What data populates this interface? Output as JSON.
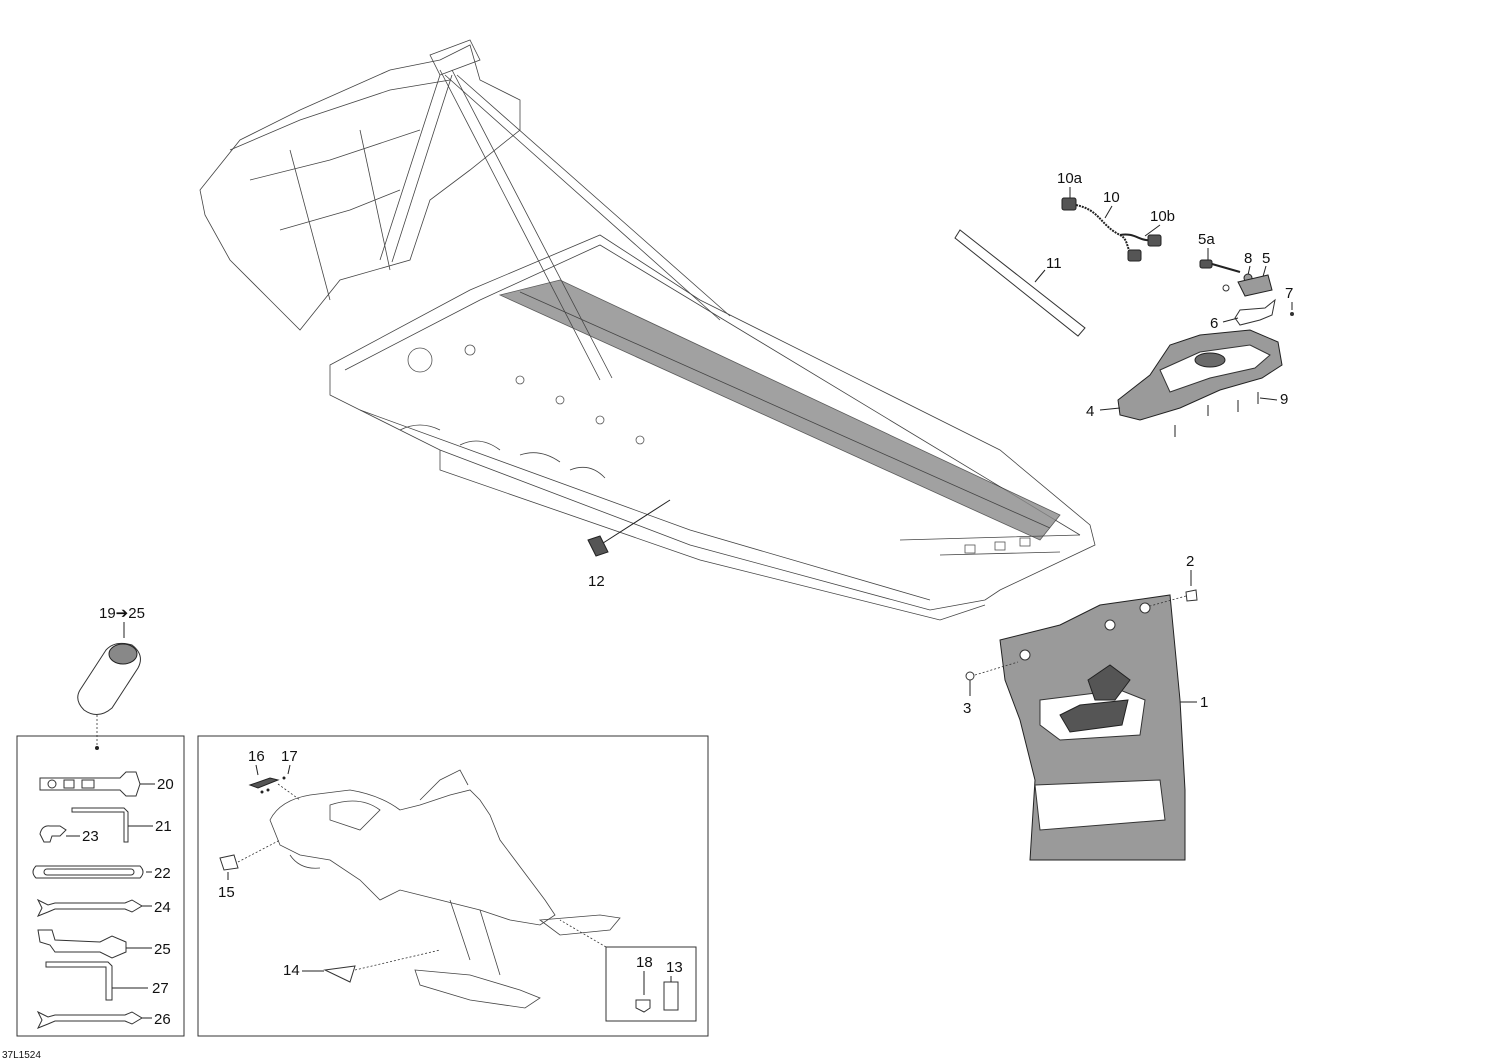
{
  "labels": {
    "l1": "1",
    "l2": "2",
    "l3": "3",
    "l4": "4",
    "l5": "5",
    "l5a": "5a",
    "l6": "6",
    "l7": "7",
    "l8": "8",
    "l9": "9",
    "l10": "10",
    "l10a": "10a",
    "l10b": "10b",
    "l11": "11",
    "l12": "12",
    "l13": "13",
    "l14": "14",
    "l15": "15",
    "l16": "16",
    "l17": "17",
    "l18": "18",
    "l19_25": "19➔25",
    "l20": "20",
    "l21": "21",
    "l22": "22",
    "l23": "23",
    "l24": "24",
    "l25": "25",
    "l26": "26",
    "l27": "27"
  },
  "drawing_code": "37L1524"
}
